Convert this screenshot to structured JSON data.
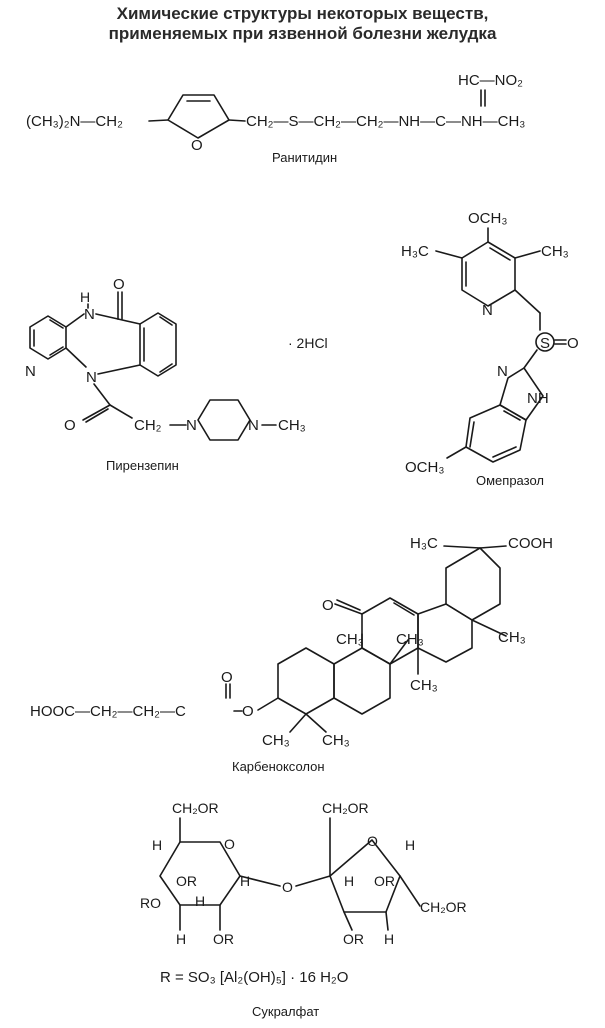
{
  "title": {
    "line1": "Химические структуры некоторых веществ,",
    "line2": "применяемых при язвенной болезни желудка"
  },
  "ranitidine": {
    "name": "Ранитидин",
    "left_group": "(CH₃)₂N—CH₂",
    "ring_o": "O",
    "chain": "CH₂—S—CH₂—CH₂—NH—C—NH—CH₃",
    "top_group": "HC—NO₂"
  },
  "pirenzepine": {
    "name": "Пирензепин",
    "nh": "H",
    "n_top": "N",
    "o_top": "O",
    "n_pyr": "N",
    "n_mid": "N",
    "o_left": "O",
    "ch2": "CH₂",
    "n_pip1": "N",
    "n_pip2": "N",
    "methyl": "CH₃",
    "salt": "· 2HCl"
  },
  "omeprazole": {
    "name": "Омепразол",
    "och3_top": "OCH₃",
    "h3c": "H₃C",
    "ch3": "CH₃",
    "n_py": "N",
    "s": "S",
    "o": "O",
    "n1": "N",
    "nh": "NH",
    "och3_bottom": "OCH₃"
  },
  "carbenoxolone": {
    "name": "Карбеноксолон",
    "h3c": "H₃C",
    "cooh": "COOH",
    "o_ketone": "O",
    "ch3_a": "CH₃",
    "ch3_b": "CH₃",
    "ch3_c": "CH₃",
    "ch3_d": "CH₃",
    "ch3_e": "CH₃",
    "ch3_f": "CH₃",
    "chain": "HOOC—CH₂—CH₂—C",
    "o_ester": "O",
    "o_link": "O"
  },
  "sucralfate": {
    "name": "Сукралфат",
    "ch2or_1": "CH₂OR",
    "ch2or_2": "CH₂OR",
    "ch2or_3": "CH₂OR",
    "o_ring1": "O",
    "o_ring2": "O",
    "o_bridge": "O",
    "h": "H",
    "or": "OR",
    "ro": "RO",
    "formula": "R = SO₃ [Al₂(OH)₅] · 16 H₂O"
  }
}
